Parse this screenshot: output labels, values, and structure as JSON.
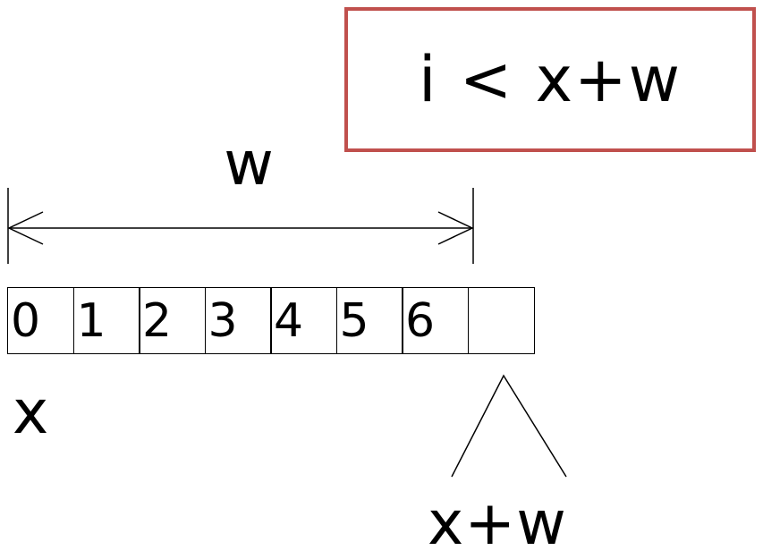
{
  "condition": {
    "text": "i < x+w"
  },
  "width_label": "w",
  "cells": [
    "0",
    "1",
    "2",
    "3",
    "4",
    "5",
    "6",
    ""
  ],
  "start_label": "x",
  "end_label": "x+w",
  "colors": {
    "condition_border": "#c0504d",
    "stroke": "#000000"
  }
}
